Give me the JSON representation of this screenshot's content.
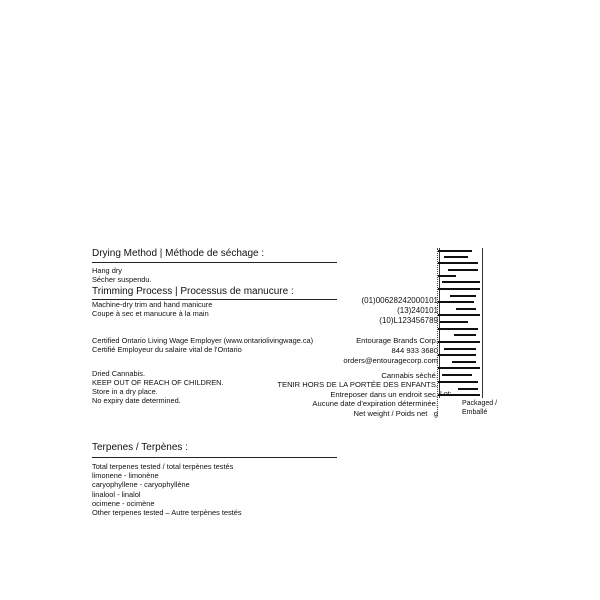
{
  "drying": {
    "heading": "Drying Method | Méthode de séchage :",
    "line1": "Hang dry",
    "line2": "Sécher suspendu."
  },
  "trimming": {
    "heading": "Trimming Process | Processus de manucure :",
    "line1": "Machine-dry trim and hand manicure",
    "line2": "Coupe à sec et manucure à la main"
  },
  "codes": {
    "line1": "(01)00628242000101",
    "line2": "(13)240101",
    "line3": "(10)L123456789"
  },
  "certification": {
    "line1": "Certified Ontario Living Wage Employer (www.ontariolivingwage.ca)",
    "line2": "Certifié Employeur du salaire vital de l'Ontario"
  },
  "company": {
    "name": "Entourage Brands Corp.",
    "phone": "844 933 3680",
    "email": "orders@entouragecorp.com"
  },
  "warnings_en": {
    "line1": "Dried Cannabis.",
    "line2": "KEEP OUT OF REACH OF CHILDREN.",
    "line3": "Store in a dry place.",
    "line4": "No expiry date determined."
  },
  "warnings_fr": {
    "line1": "Cannabis séché.",
    "line2": "TENIR HORS DE LA PORTÉE DES ENFANTS.",
    "line3": "Entreposer dans un endroit sec.",
    "line4": "Aucune date d'expiration déterminée.",
    "line5": "Net weight / Poids net",
    "unit": "g"
  },
  "lot": {
    "lot_label": "Lot:",
    "packaged_label": "Packaged /",
    "packaged_fr": "Emballé"
  },
  "terpenes": {
    "heading": "Terpenes / Terpènes :",
    "items": [
      "Total terpenes tested / total terpènes testés",
      "limonene - limonène",
      "caryophyllene - caryophyllène",
      "linalool - linalol",
      "ocimene - ocimène",
      "Other terpenes tested – Autre terpènes testés"
    ]
  }
}
